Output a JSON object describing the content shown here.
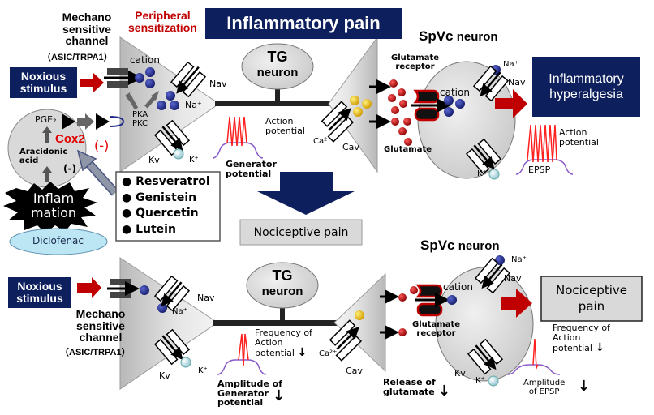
{
  "colors": {
    "navy": "#0d1f5c",
    "red_accent": "#c00000",
    "cation_blue": "#1f2a8c",
    "glutamate_red": "#b01010",
    "calcium_yellow": "#e8b800",
    "potassium_cyan": "#bfe3ea",
    "diclofenac_fill": "#bde6f5",
    "nociceptive_box_fill": "#d9d9d9",
    "trace_red": "#ff2020",
    "trace_purple": "#8a5cc8"
  },
  "top": {
    "title": "Inflammatory pain",
    "mechano_label": [
      "Mechano",
      "sensitive",
      "channel"
    ],
    "mechano_sub": "（ASIC/TRPA1）",
    "peripheral_label": [
      "Peripheral",
      "sensitization"
    ],
    "noxious_stimulus": [
      "Noxious",
      "stimulus"
    ],
    "cation": "cation",
    "nav": "Nav",
    "na_ion": "Na⁺",
    "pka": "PKA",
    "pkc": "PKC",
    "kv": "Kv",
    "k_ion": "K⁺",
    "tg_neuron": [
      "TG",
      "neuron"
    ],
    "action_potential": [
      "Action",
      "potential"
    ],
    "generator_potential": [
      "Generator",
      "potential"
    ],
    "ca_ion": "Ca²⁺",
    "cav": "Cav",
    "glutamate_receptor": [
      "Glutamate",
      "receptor"
    ],
    "glutamate": "Glutamate",
    "spvc_title_bold": "SpVc",
    "spvc_title_rest": "neuron",
    "post_na_ion": "Na⁺",
    "post_nav": "Nav",
    "post_cation": "cation",
    "post_k_ion": "K⁺",
    "outcome": [
      "Inflammatory",
      "hyperalgesia"
    ],
    "post_action_potential": [
      "Action",
      "potential"
    ],
    "epsp": "EPSP"
  },
  "inflammation": {
    "pge2": "PGE₂",
    "cox2": "Cox2",
    "arachidonic_acid": [
      "Aracidonic",
      "acid"
    ],
    "inhibit_minus_red": "(-)",
    "inhibit_minus_black": "(-)",
    "inflammation_burst": [
      "Inflam",
      "mation"
    ],
    "diclofenac": "Diclofenac",
    "compounds": [
      "Resveratrol",
      "Genistein",
      "Quercetin",
      "Lutein"
    ]
  },
  "transition": {
    "nociceptive_pain": "Nociceptive pain"
  },
  "bottom": {
    "noxious_stimulus": [
      "Noxious",
      "stimulus"
    ],
    "mechano_label": [
      "Mechano",
      "sensitive",
      "channel"
    ],
    "mechano_sub": "（ASIC/TRPA1）",
    "nav": "Nav",
    "na_ion": "Na⁺",
    "kv": "Kv",
    "k_ion": "K⁺",
    "tg_neuron": [
      "TG",
      "neuron"
    ],
    "freq_ap": [
      "Frequency of",
      "Action",
      "potential"
    ],
    "amp_gen": [
      "Amplitude of",
      "Generator",
      "potential"
    ],
    "ca_ion": "Ca²⁺",
    "cav": "Cav",
    "release_glu": [
      "Release of",
      "glutamate"
    ],
    "glutamate_receptor": [
      "Glutamate",
      "receptor"
    ],
    "spvc_title_bold": "SpVc",
    "spvc_title_rest": "neuron",
    "post_na_ion": "Na⁺",
    "post_nav": "Nav",
    "post_cation": "cation",
    "post_kv": "Kv",
    "post_k_ion": "K⁺",
    "outcome": [
      "Nociceptive",
      "pain"
    ],
    "post_freq_ap": [
      "Frequency of",
      "Action",
      "potential"
    ],
    "amp_epsp": [
      "Amplitude",
      "of EPSP"
    ],
    "down_arrow": "↓"
  }
}
